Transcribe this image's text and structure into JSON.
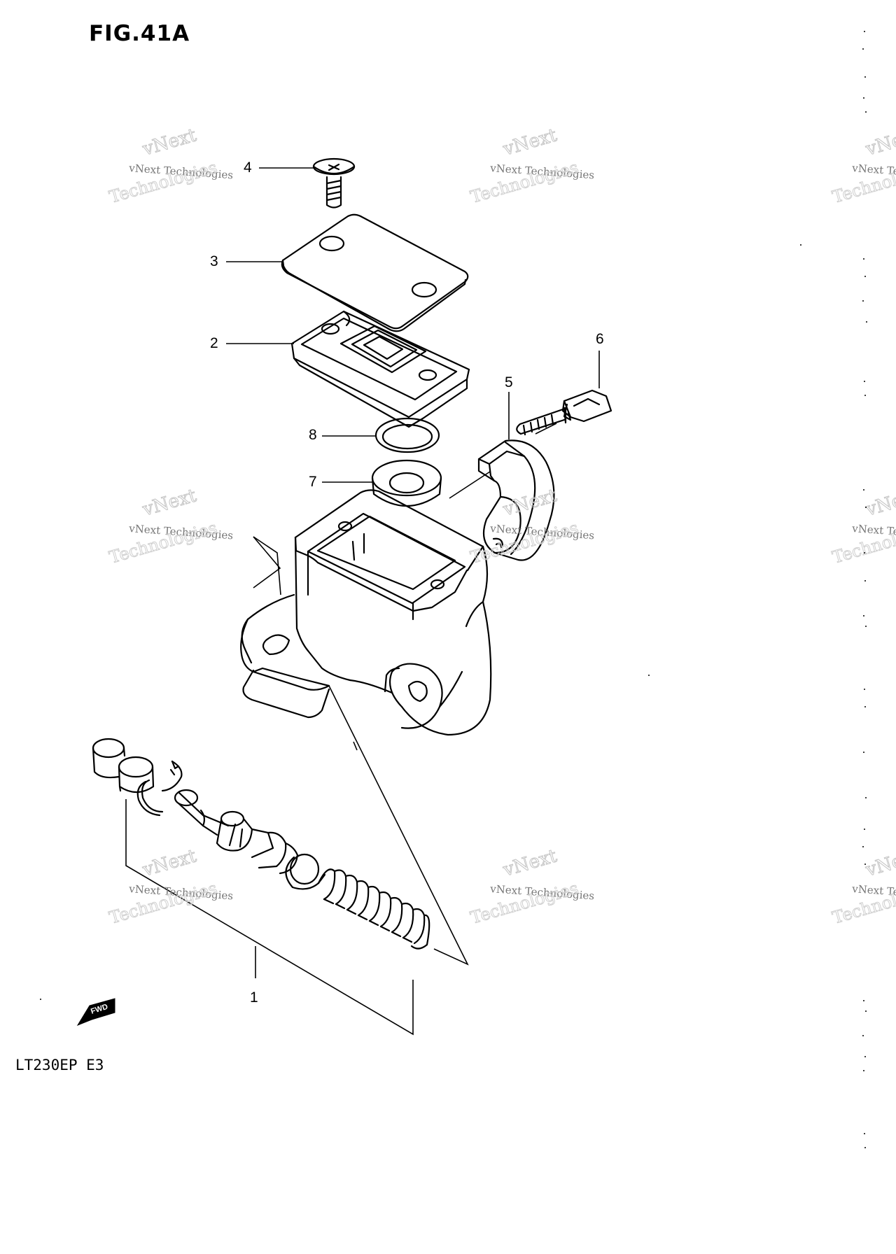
{
  "figure": {
    "title": "FIG.41A",
    "model": "LT230EP  E3"
  },
  "callouts": [
    "4",
    "3",
    "2",
    "8",
    "7",
    "6",
    "5",
    "1"
  ],
  "watermark": {
    "line1": "vNext Technologies",
    "line2": "vNext",
    "line3": "Technologies"
  },
  "fwd_label": "FWD"
}
